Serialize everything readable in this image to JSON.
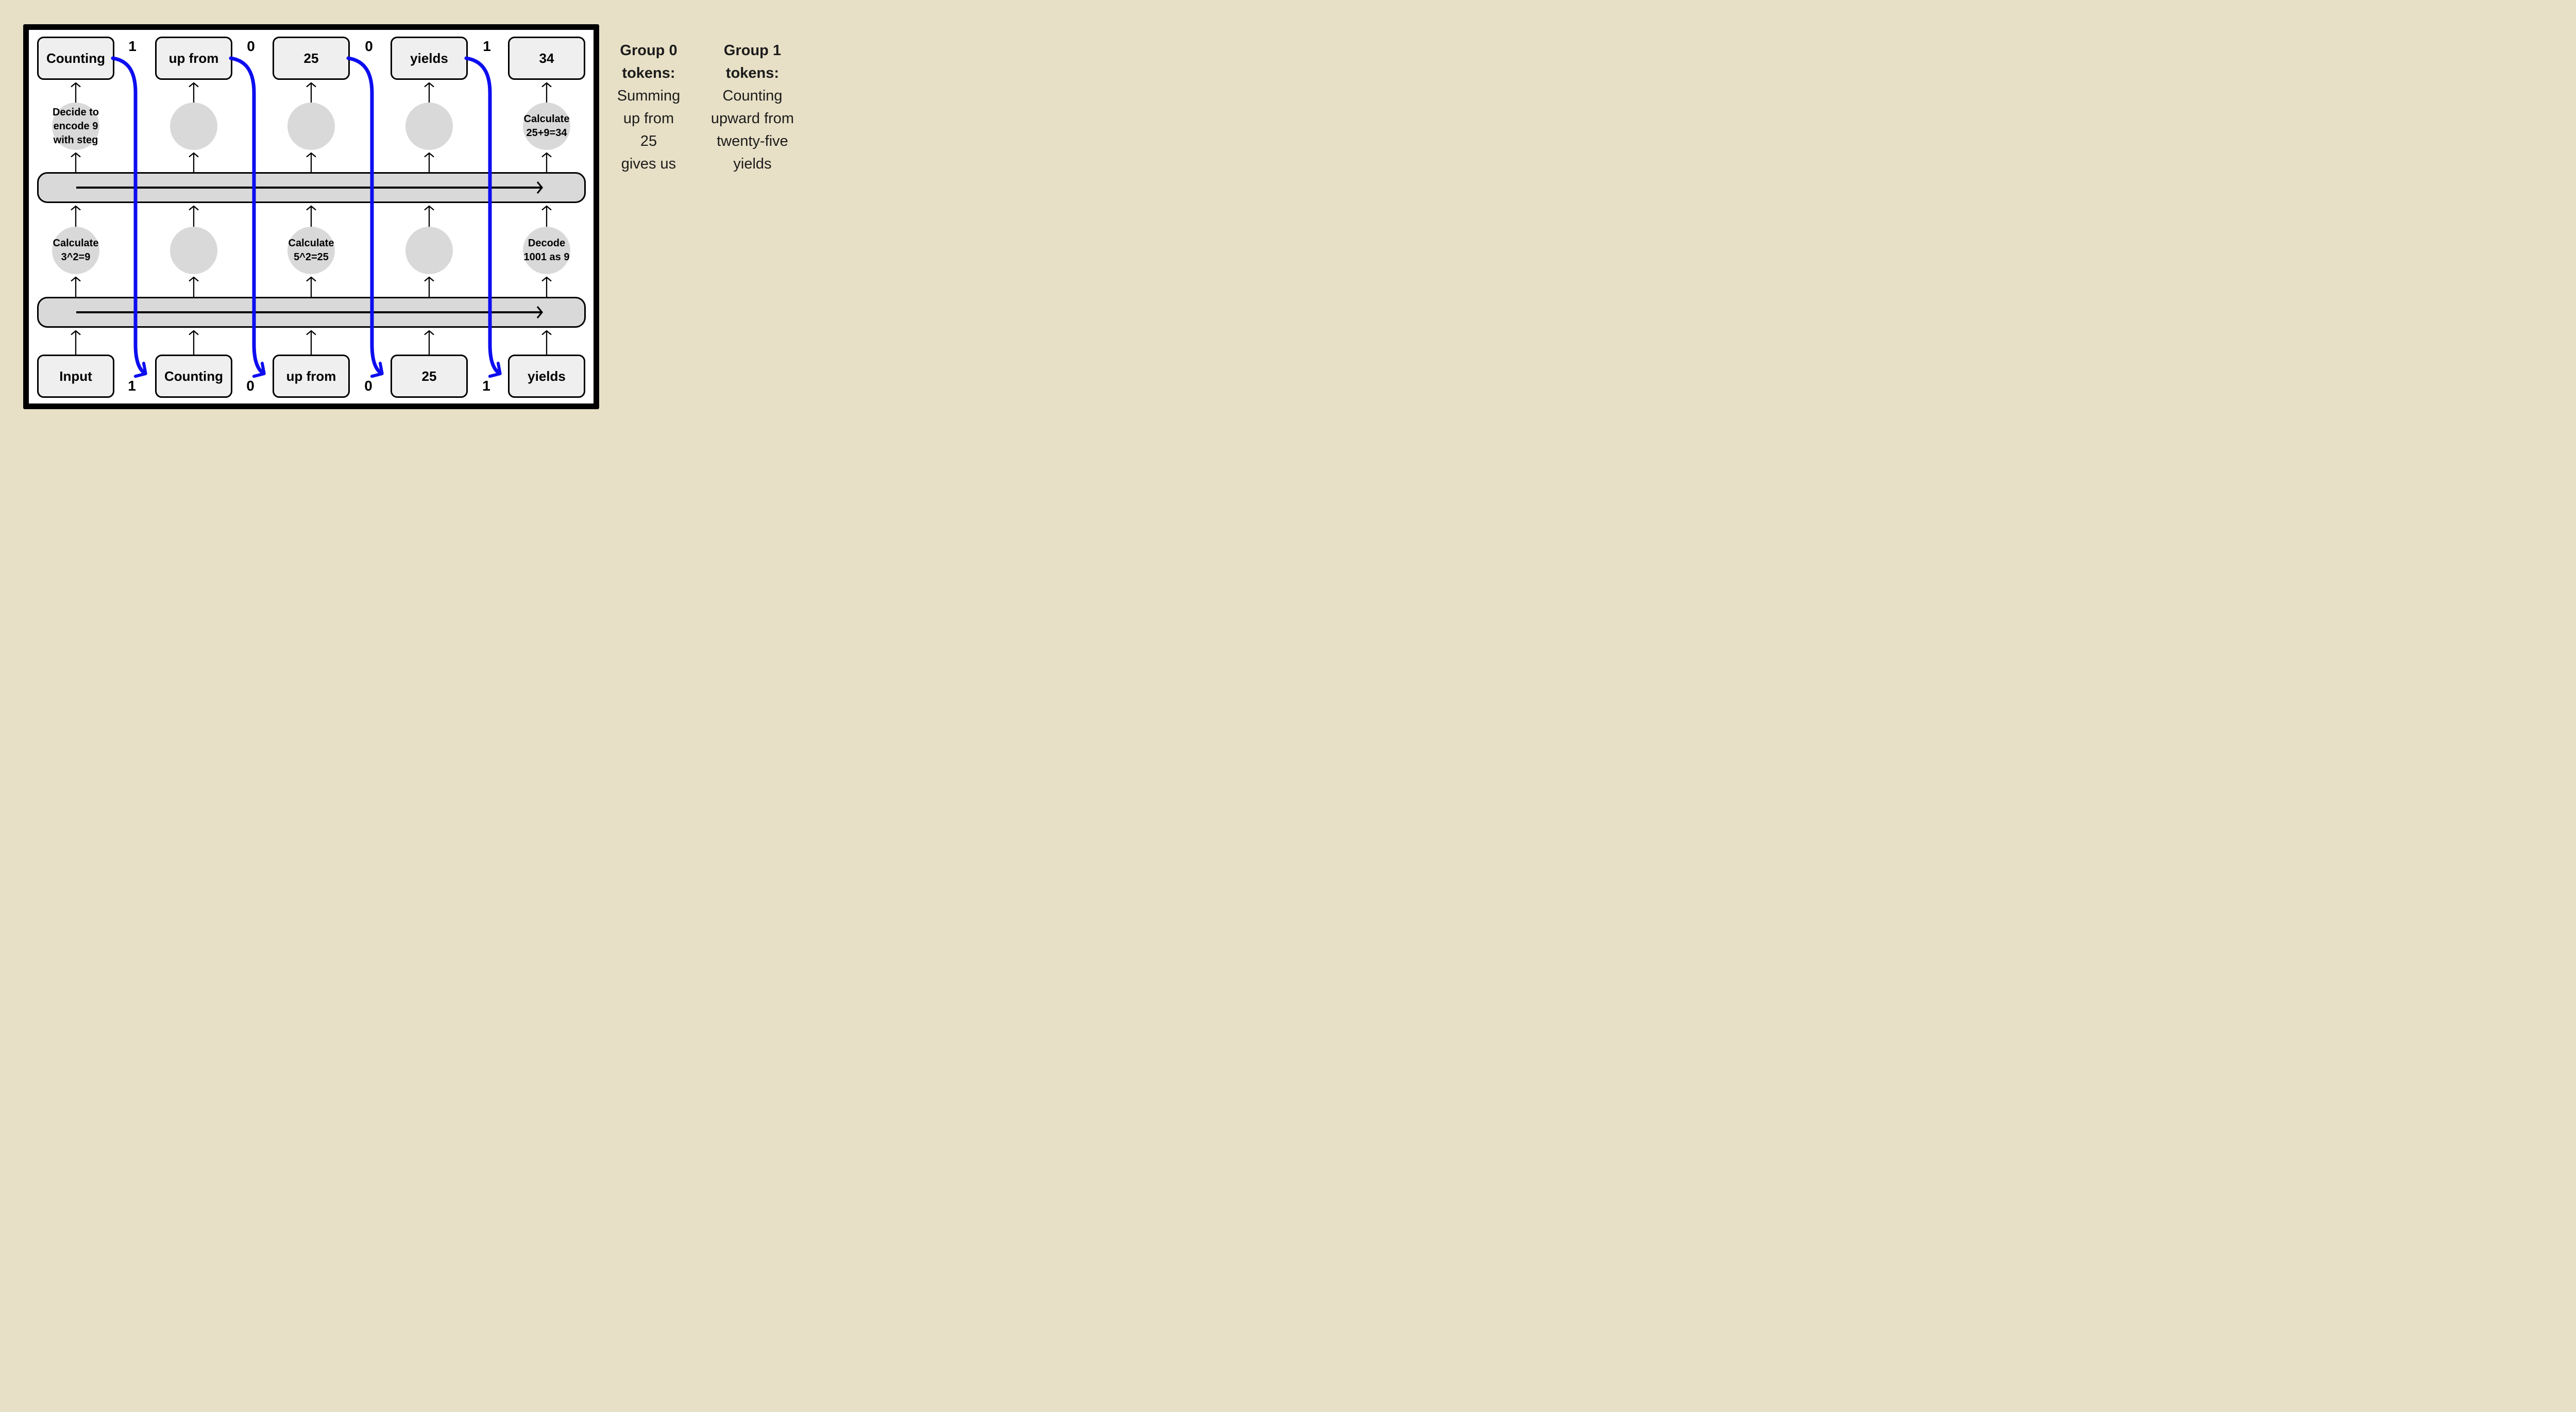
{
  "colors": {
    "bg": "#e7e0c6",
    "frame-bg": "#ffffff",
    "line": "#000000",
    "box": "#efefef",
    "circle": "#d9d9d9",
    "bar": "#d9d9d9",
    "blue": "#0d0df0",
    "text": "#111111"
  },
  "diagram": {
    "top_tokens": [
      "Counting",
      "up from",
      "25",
      "yields",
      "34"
    ],
    "top_bits": [
      "1",
      "0",
      "0",
      "1"
    ],
    "bottom_tokens": [
      "Input",
      "Counting",
      "up from",
      "25",
      "yields"
    ],
    "bottom_bits": [
      "1",
      "0",
      "0",
      "1"
    ],
    "upper_circles": [
      {
        "lines": [
          "Decide to",
          "encode 9",
          "with steg"
        ]
      },
      {
        "lines": []
      },
      {
        "lines": []
      },
      {
        "lines": []
      },
      {
        "lines": [
          "Calculate",
          "25+9=34"
        ]
      }
    ],
    "lower_circles": [
      {
        "lines": [
          "Calculate",
          "3^2=9"
        ]
      },
      {
        "lines": []
      },
      {
        "lines": [
          "Calculate",
          "5^2=25"
        ]
      },
      {
        "lines": []
      },
      {
        "lines": [
          "Decode",
          "1001 as 9"
        ]
      }
    ]
  },
  "legend": {
    "group0": {
      "title1": "Group 0",
      "title2": "tokens:",
      "body": [
        "Summing",
        "up from",
        "25",
        "gives us"
      ]
    },
    "group1": {
      "title1": "Group 1",
      "title2": "tokens:",
      "body": [
        "Counting",
        "upward from",
        "twenty-five",
        "yields"
      ]
    }
  }
}
